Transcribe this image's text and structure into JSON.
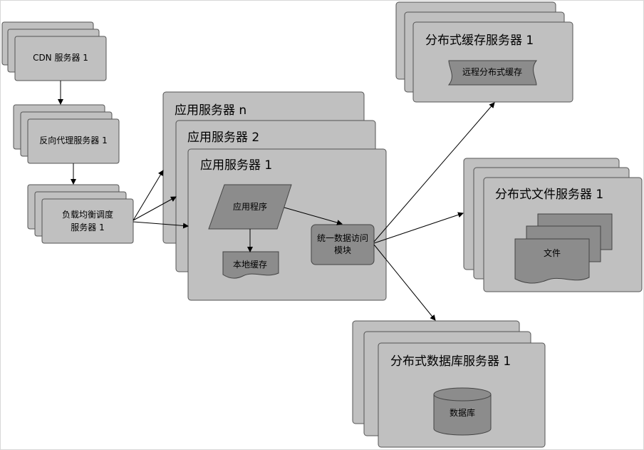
{
  "nodes": {
    "cdn": "CDN 服务器 1",
    "reverse_proxy": "反向代理服务器 1",
    "load_balancer_line1": "负载均衡调度",
    "load_balancer_line2": "服务器 1",
    "app_server_n": "应用服务器 n",
    "app_server_2": "应用服务器 2",
    "app_server_1": "应用服务器 1",
    "app_program": "应用程序",
    "local_cache": "本地缓存",
    "unified_access_line1": "统一数据访问",
    "unified_access_line2": "模块",
    "cache_server": "分布式缓存服务器 1",
    "remote_cache": "远程分布式缓存",
    "file_server": "分布式文件服务器 1",
    "file": "文件",
    "db_server": "分布式数据库服务器 1",
    "database": "数据库"
  },
  "colors": {
    "box_fill": "#c0c0c0",
    "shape_fill": "#8c8c8c",
    "stroke": "#555555"
  }
}
